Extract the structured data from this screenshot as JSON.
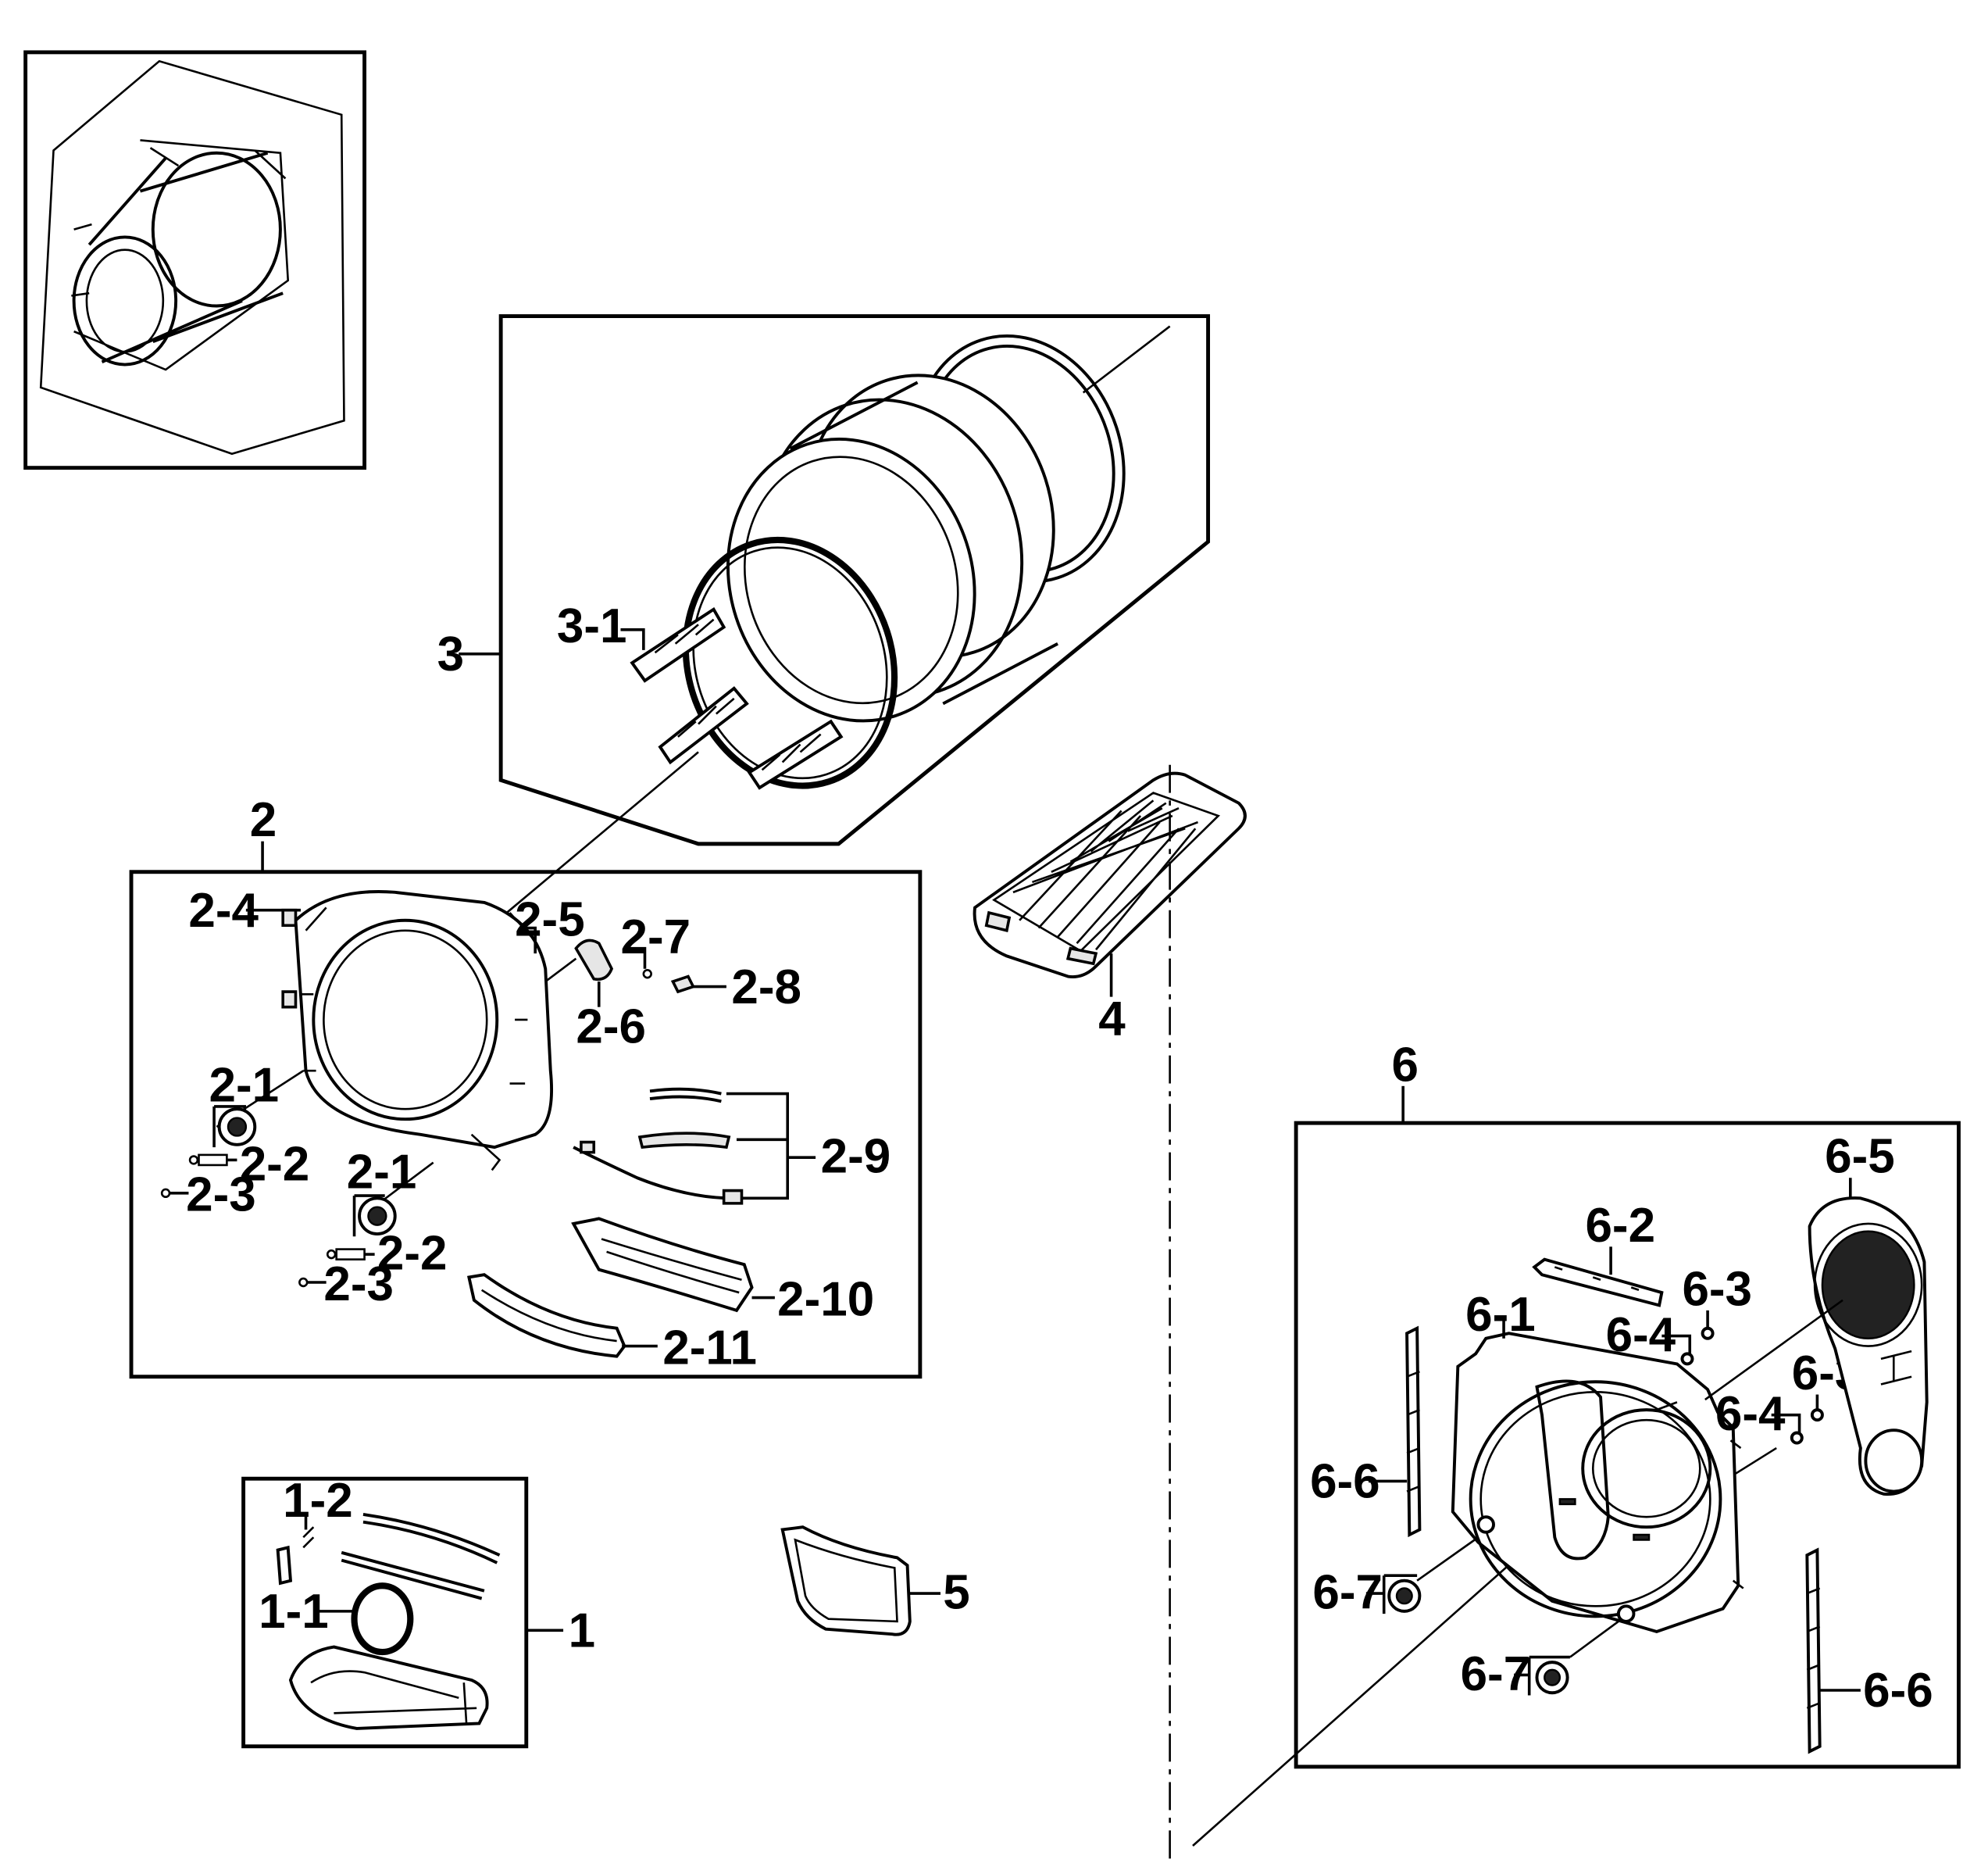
{
  "callouts": {
    "c1": "1",
    "c1_1": "1-1",
    "c1_2": "1-2",
    "c2": "2",
    "c2_1a": "2-1",
    "c2_1b": "2-1",
    "c2_2a": "2-2",
    "c2_2b": "2-2",
    "c2_3a": "2-3",
    "c2_3b": "2-3",
    "c2_4": "2-4",
    "c2_5": "2-5",
    "c2_6": "2-6",
    "c2_7": "2-7",
    "c2_8": "2-8",
    "c2_9": "2-9",
    "c2_10": "2-10",
    "c2_11": "2-11",
    "c3": "3",
    "c3_1": "3-1",
    "c4": "4",
    "c5": "5",
    "c6": "6",
    "c6_1": "6-1",
    "c6_2": "6-2",
    "c6_3a": "6-3",
    "c6_3b": "6-3",
    "c6_4a": "6-4",
    "c6_4b": "6-4",
    "c6_5": "6-5",
    "c6_6a": "6-6",
    "c6_6b": "6-6",
    "c6_7a": "6-7",
    "c6_7b": "6-7"
  }
}
